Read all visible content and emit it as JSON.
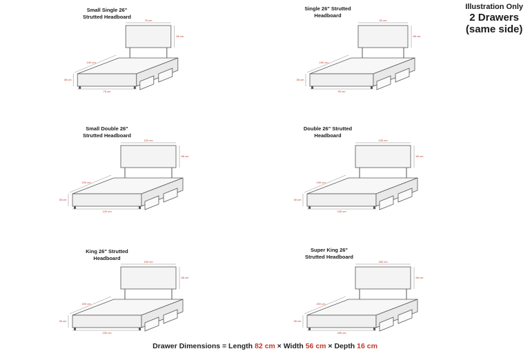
{
  "note": {
    "line1": "Illustration Only",
    "line2": "2 Drawers",
    "line3": "(same side)"
  },
  "beds": [
    {
      "title": "Small Single 26\"\nStrutted Headboard",
      "hb_width": "75 cm",
      "hb_height": "66 cm",
      "length": "190 cm",
      "base_height": "35 cm",
      "base_width": "75 cm"
    },
    {
      "title": "Single 26\" Strutted\nHeadboard",
      "hb_width": "90 cm",
      "hb_height": "66 cm",
      "length": "190 cm",
      "base_height": "35 cm",
      "base_width": "90 cm"
    },
    {
      "title": "Small Double 26\"\nStrutted Headboard",
      "hb_width": "120 cm",
      "hb_height": "66 cm",
      "length": "190 cm",
      "base_height": "35 cm",
      "base_width": "120 cm"
    },
    {
      "title": "Double 26\" Strutted\nHeadboard",
      "hb_width": "135 cm",
      "hb_height": "66 cm",
      "length": "190 cm",
      "base_height": "35 cm",
      "base_width": "135 cm"
    },
    {
      "title": "King 26\" Strutted\nHeadboard",
      "hb_width": "150 cm",
      "hb_height": "66 cm",
      "length": "200 cm",
      "base_height": "35 cm",
      "base_width": "150 cm"
    },
    {
      "title": "Super King 26\"\nStrutted Headboard",
      "hb_width": "180 cm",
      "hb_height": "66 cm",
      "length": "200 cm",
      "base_height": "35 cm",
      "base_width": "180 cm"
    }
  ],
  "footer": {
    "prefix": "Drawer Dimensions = Length ",
    "length": "82 cm",
    "sep1": " × Width ",
    "width": "56 cm",
    "sep2": " × Depth ",
    "depth": "16 cm"
  },
  "colors": {
    "line": "#555555",
    "dim": "#c0392b",
    "accent": "#c0392b"
  }
}
